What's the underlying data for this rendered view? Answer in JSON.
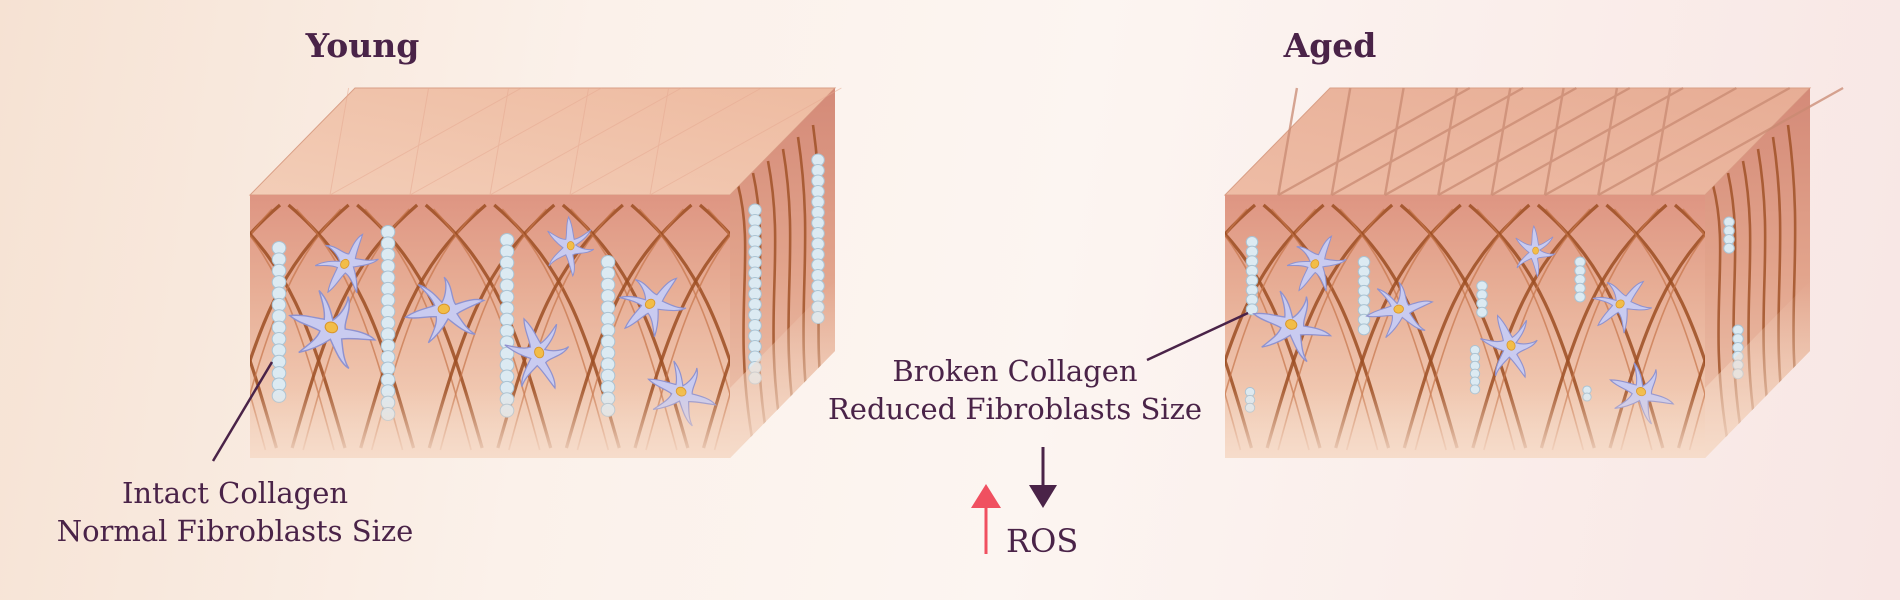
{
  "panels": [
    {
      "title": "Young",
      "caption_line1": "Intact Collagen",
      "caption_line2": "Normal Fibroblasts Size"
    },
    {
      "title": "Aged",
      "caption_line1": "Broken Collagen",
      "caption_line2": "Reduced Fibroblasts Size"
    }
  ],
  "ros": {
    "label": "ROS",
    "up_arrow_color": "#f05060",
    "down_arrow_color": "#4a2348"
  },
  "colors": {
    "text": "#4a2348",
    "skin_top": "#f1c4ac",
    "skin_front": "#e7ab93",
    "collagen_fiber": "#9c4e22",
    "collagen_bundle": "#dceaf2",
    "fibroblast": "#c9cbf0",
    "nucleus": "#f2bd48"
  }
}
